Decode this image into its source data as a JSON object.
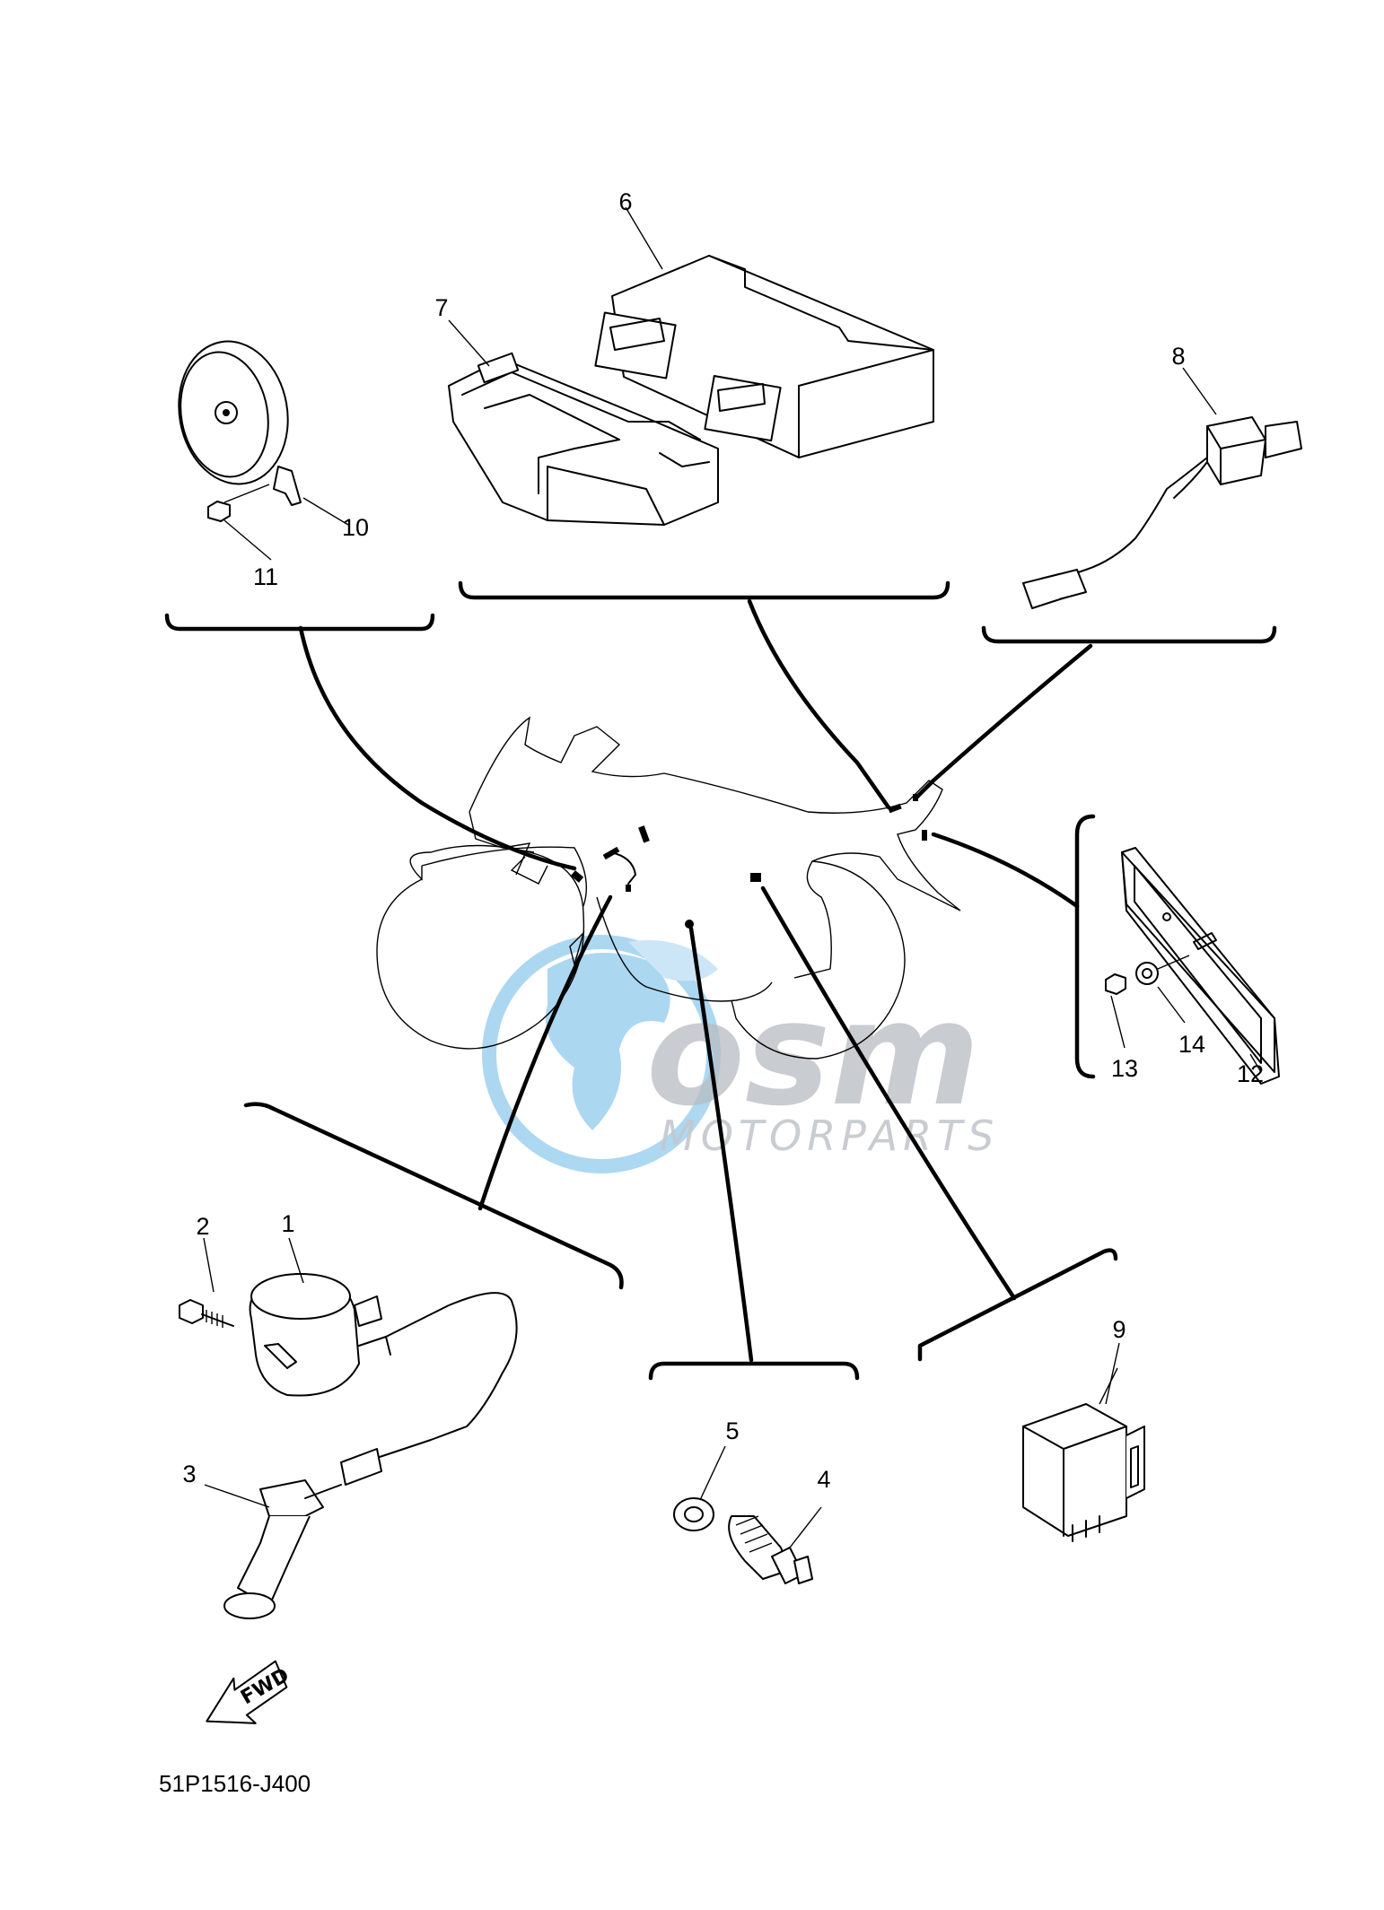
{
  "diagram": {
    "drawing_code": "51P1516-J400",
    "fwd_label": "FWD",
    "watermark": {
      "brand_letters": "osm",
      "brand_sub": "MOTORPARTS"
    },
    "callouts": [
      {
        "id": "c1",
        "label": "1"
      },
      {
        "id": "c2",
        "label": "2"
      },
      {
        "id": "c3",
        "label": "3"
      },
      {
        "id": "c4",
        "label": "4"
      },
      {
        "id": "c5",
        "label": "5"
      },
      {
        "id": "c6",
        "label": "6"
      },
      {
        "id": "c7",
        "label": "7"
      },
      {
        "id": "c8",
        "label": "8"
      },
      {
        "id": "c9",
        "label": "9"
      },
      {
        "id": "c10",
        "label": "10"
      },
      {
        "id": "c11",
        "label": "11"
      },
      {
        "id": "c12",
        "label": "12"
      },
      {
        "id": "c13",
        "label": "13"
      },
      {
        "id": "c14",
        "label": "14"
      }
    ],
    "colors": {
      "line": "#000000",
      "watermark_grey": "#b7bcc2",
      "globe_blue": "#4aa8e0"
    }
  }
}
